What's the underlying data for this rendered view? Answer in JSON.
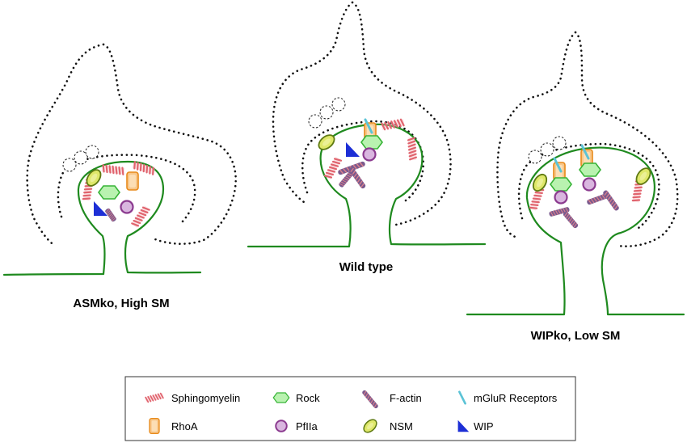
{
  "panels": {
    "left": {
      "label": "ASMko, High SM"
    },
    "center": {
      "label": "Wild type"
    },
    "right": {
      "label": "WIPko, Low SM"
    }
  },
  "legend": {
    "items": [
      {
        "label": "Sphingomyelin",
        "icon": "sphingomyelin-icon"
      },
      {
        "label": "Rock",
        "icon": "rock-icon"
      },
      {
        "label": "F-actin",
        "icon": "f-actin-icon"
      },
      {
        "label": "mGluR Receptors",
        "icon": "mglur-receptor-icon"
      },
      {
        "label": "RhoA",
        "icon": "rhoa-icon"
      },
      {
        "label": "PfIIa",
        "icon": "pfiia-icon"
      },
      {
        "label": "NSM",
        "icon": "nsm-icon"
      },
      {
        "label": "WIP",
        "icon": "wip-icon"
      }
    ]
  },
  "colors": {
    "spine": "#1f8a1f",
    "sphingomyelin": "#e8717a",
    "rock": "#4fc64f",
    "f_actin": "#7a5a8e",
    "mglur": "#5bc3d6",
    "rhoa": "#f2a23a",
    "pfiia": "#8b3a8f",
    "nsm": "#c7d43a",
    "wip": "#1d2fd6"
  }
}
